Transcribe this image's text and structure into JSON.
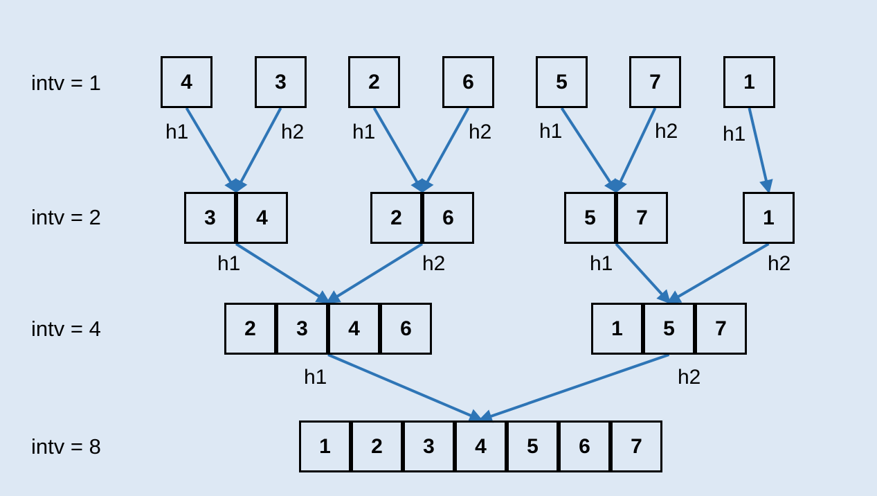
{
  "rows": [
    {
      "label": "intv = 1",
      "groups": [
        [
          "4"
        ],
        [
          "3"
        ],
        [
          "2"
        ],
        [
          "6"
        ],
        [
          "5"
        ],
        [
          "7"
        ],
        [
          "1"
        ]
      ]
    },
    {
      "label": "intv = 2",
      "groups": [
        [
          "3",
          "4"
        ],
        [
          "2",
          "6"
        ],
        [
          "5",
          "7"
        ],
        [
          "1"
        ]
      ]
    },
    {
      "label": "intv = 4",
      "groups": [
        [
          "2",
          "3",
          "4",
          "6"
        ],
        [
          "1",
          "5",
          "7"
        ]
      ]
    },
    {
      "label": "intv = 8",
      "groups": [
        [
          "1",
          "2",
          "3",
          "4",
          "5",
          "6",
          "7"
        ]
      ]
    }
  ],
  "edges": [
    {
      "label": "h1",
      "from": [
        0,
        0
      ],
      "to": [
        1,
        0
      ]
    },
    {
      "label": "h2",
      "from": [
        0,
        1
      ],
      "to": [
        1,
        0
      ]
    },
    {
      "label": "h1",
      "from": [
        0,
        2
      ],
      "to": [
        1,
        1
      ]
    },
    {
      "label": "h2",
      "from": [
        0,
        3
      ],
      "to": [
        1,
        1
      ]
    },
    {
      "label": "h1",
      "from": [
        0,
        4
      ],
      "to": [
        1,
        2
      ]
    },
    {
      "label": "h2",
      "from": [
        0,
        5
      ],
      "to": [
        1,
        2
      ]
    },
    {
      "label": "h1",
      "from": [
        0,
        6
      ],
      "to": [
        1,
        3
      ]
    },
    {
      "label": "h1",
      "from": [
        1,
        0
      ],
      "to": [
        2,
        0
      ]
    },
    {
      "label": "h2",
      "from": [
        1,
        1
      ],
      "to": [
        2,
        0
      ]
    },
    {
      "label": "h1",
      "from": [
        1,
        2
      ],
      "to": [
        2,
        1
      ]
    },
    {
      "label": "h2",
      "from": [
        1,
        3
      ],
      "to": [
        2,
        1
      ]
    },
    {
      "label": "h1",
      "from": [
        2,
        0
      ],
      "to": [
        3,
        0
      ]
    },
    {
      "label": "h2",
      "from": [
        2,
        1
      ],
      "to": [
        3,
        0
      ]
    }
  ],
  "colors": {
    "background": "#dde8f4",
    "arrow": "#2e75b6",
    "box": "#000000"
  }
}
